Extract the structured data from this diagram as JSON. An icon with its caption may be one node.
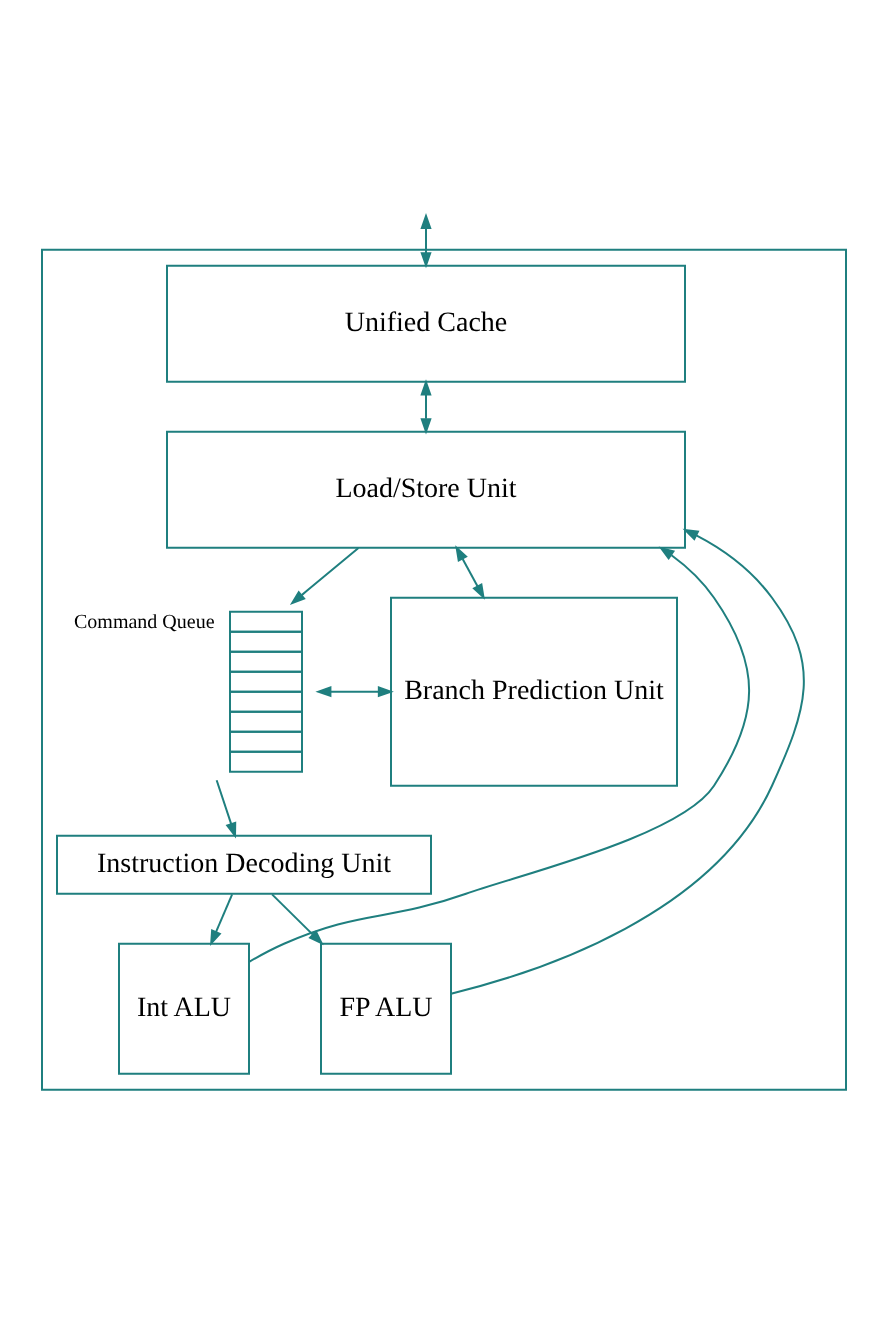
{
  "diagram": {
    "nodes": [
      {
        "text": [],
        "shape": "box"
      },
      {
        "text": [
          "Unified Cache"
        ],
        "in": 0
      },
      {
        "text": [
          "Load/Store Unit"
        ],
        "in": 0
      },
      {
        "text": [],
        "shape": "queue",
        "beside": [
          "Command Queue"
        ],
        "in": 0
      },
      {
        "text": [
          "Branch Prediction Unit"
        ],
        "in": 0
      },
      {
        "text": [
          "Instruction Decoding Unit"
        ],
        "in": 0
      },
      {
        "text": [
          "Int ALU"
        ],
        "in": 0
      },
      {
        "text": [
          "FP ALU"
        ],
        "in": 0
      }
    ],
    "edges": [
      {
        "from": null,
        "to": 1,
        "arrow": "both"
      },
      {
        "from": 1,
        "to": 2,
        "arrow": "both"
      },
      {
        "from": 2,
        "to": 3,
        "arrow": "to"
      },
      {
        "from": 2,
        "to": 4,
        "arrow": "both"
      },
      {
        "from": 3,
        "to": 4,
        "arrow": "both"
      },
      {
        "from": 3,
        "to": 5,
        "arrow": "to"
      },
      {
        "from": 5,
        "to": 6,
        "arrow": "to"
      },
      {
        "from": 5,
        "to": 7,
        "arrow": "to"
      },
      {
        "from": 6,
        "to": 2,
        "arrow": "to"
      },
      {
        "from": 7,
        "to": 2,
        "arrow": "to"
      }
    ]
  }
}
